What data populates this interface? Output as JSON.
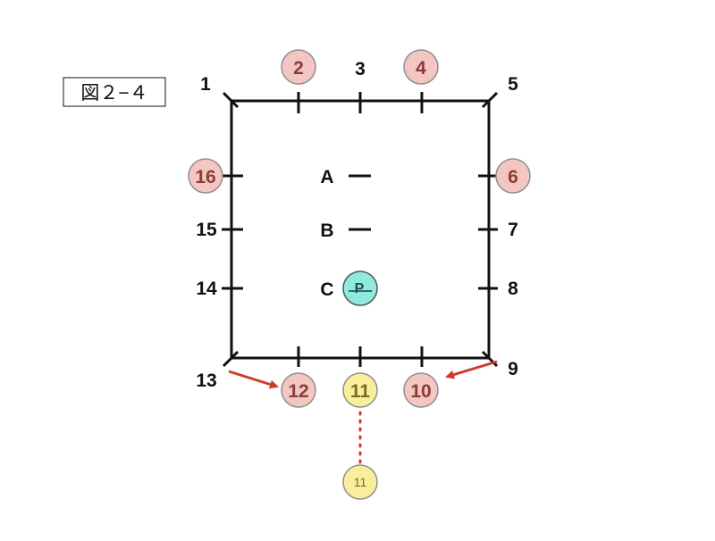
{
  "figure_label": "図２−４",
  "corner_labels": {
    "c1": "1",
    "c3": "3",
    "c5": "5",
    "c7": "7",
    "c8": "8",
    "c9": "9",
    "c13": "13",
    "c14": "14",
    "c15": "15"
  },
  "circled_labels": {
    "c2": "2",
    "c4": "4",
    "c6": "6",
    "c10": "10",
    "c12": "12",
    "c16": "16",
    "c11a": "11",
    "c11b": "11"
  },
  "inner_labels": {
    "a": "A",
    "b": "B",
    "c": "C",
    "p": "P"
  },
  "colors": {
    "line": "#111111",
    "pink_fill": "#f4c6c1",
    "pink_stroke": "#8f8f8f",
    "yellow_fill": "#f8ef9c",
    "cyan_fill": "#8fe9dd",
    "arrow": "#d23b2a",
    "dots": "#d23b2a"
  }
}
